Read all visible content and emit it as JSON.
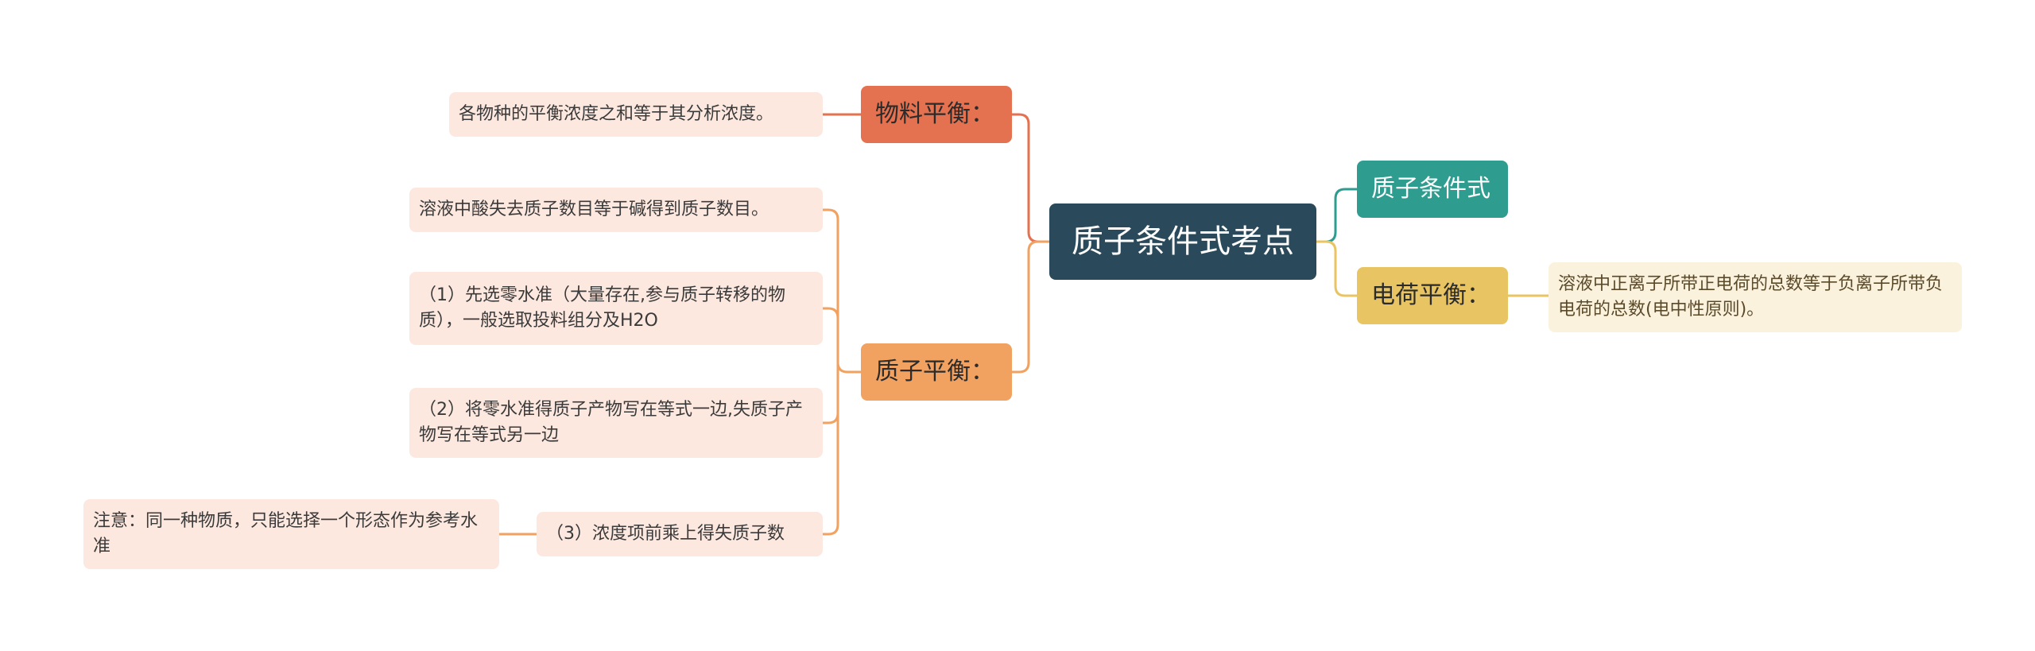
{
  "root": {
    "label": "质子条件式考点"
  },
  "branches": {
    "wuliao": {
      "label": "物料平衡：",
      "color": "#e4714f"
    },
    "zhizi": {
      "label": "质子平衡：",
      "color": "#f1a160"
    },
    "tiaojian": {
      "label": "质子条件式",
      "color": "#2e9d90"
    },
    "dianhe": {
      "label": "电荷平衡：",
      "color": "#e8c463"
    }
  },
  "leaves": {
    "wuliao_desc": "各物种的平衡浓度之和等于其分析浓度。",
    "zhizi_desc": "溶液中酸失去质子数目等于碱得到质子数目。",
    "step1": "（1）先选零水准（大量存在,参与质子转移的物质），一般选取投料组分及H2O",
    "step2": "（2）将零水准得质子产物写在等式一边,失质子产物写在等式另一边",
    "step3": "（3）浓度项前乘上得失质子数",
    "note": "注意：同一种物质，只能选择一个形态作为参考水准",
    "dianhe_desc": "溶液中正离子所带正电荷的总数等于负离子所带负电荷的总数(电中性原则)。"
  }
}
